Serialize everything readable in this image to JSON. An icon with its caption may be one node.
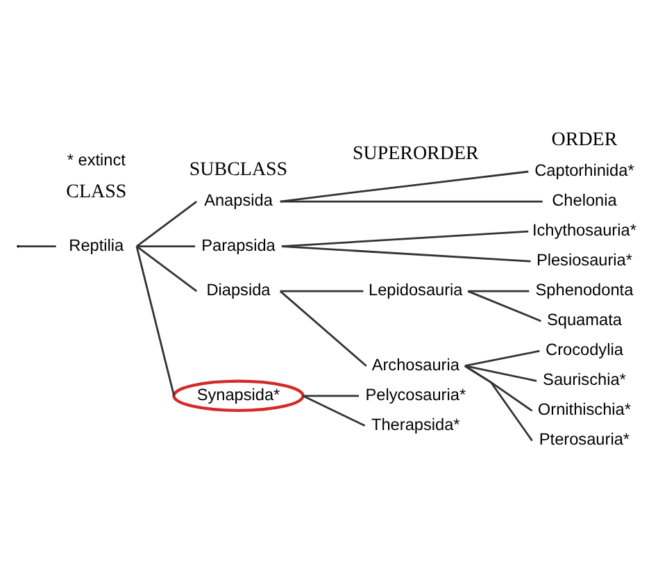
{
  "diagram": {
    "nodes": [
      {
        "text": [
          "Reptilia"
        ]
      },
      {
        "text": [
          "Anapsida"
        ]
      },
      {
        "text": [
          "Captorhinida*"
        ]
      },
      {
        "text": [
          "Chelonia"
        ]
      },
      {
        "text": [
          "Parapsida"
        ]
      },
      {
        "text": [
          "Ichythosauria*"
        ]
      },
      {
        "text": [
          "Plesiosauria*"
        ]
      },
      {
        "text": [
          "Diapsida"
        ]
      },
      {
        "text": [
          "Lepidosauria"
        ]
      },
      {
        "text": [
          "Sphenodonta"
        ]
      },
      {
        "text": [
          "Squamata"
        ]
      },
      {
        "text": [
          "Archosauria"
        ]
      },
      {
        "text": [
          "Crocodylia"
        ]
      },
      {
        "text": [
          "Saurischia*"
        ]
      },
      {
        "text": [
          "Ornithischia*"
        ]
      },
      {
        "text": [
          "Pterosauria*"
        ]
      },
      {
        "text": [
          "Synapsida*"
        ]
      },
      {
        "text": [
          "Pelycosauria*"
        ]
      },
      {
        "text": [
          "Therapsida*"
        ]
      }
    ],
    "edges": [
      {
        "from": null,
        "to": 0,
        "arrow": "none"
      },
      {
        "from": 0,
        "to": 1,
        "arrow": "none"
      },
      {
        "from": 0,
        "to": 4,
        "arrow": "none"
      },
      {
        "from": 0,
        "to": 7,
        "arrow": "none"
      },
      {
        "from": 0,
        "to": 16,
        "arrow": "none"
      },
      {
        "from": 1,
        "to": 2,
        "arrow": "none"
      },
      {
        "from": 1,
        "to": 3,
        "arrow": "none"
      },
      {
        "from": 4,
        "to": 5,
        "arrow": "none"
      },
      {
        "from": 4,
        "to": 6,
        "arrow": "none"
      },
      {
        "from": 7,
        "to": 8,
        "arrow": "none"
      },
      {
        "from": 7,
        "to": 11,
        "arrow": "none"
      },
      {
        "from": 8,
        "to": 9,
        "arrow": "none"
      },
      {
        "from": 8,
        "to": 10,
        "arrow": "none"
      },
      {
        "from": 11,
        "to": 12,
        "arrow": "none"
      },
      {
        "from": 11,
        "to": 13,
        "arrow": "none"
      },
      {
        "from": 11,
        "to": 14,
        "arrow": "none"
      },
      {
        "from": 11,
        "to": 15,
        "arrow": "none"
      },
      {
        "from": 16,
        "to": 17,
        "arrow": "none"
      },
      {
        "from": 16,
        "to": 18,
        "arrow": "none"
      }
    ],
    "labels": [
      "CLASS",
      "SUBCLASS",
      "SUPERORDER",
      "ORDER",
      "* extinct"
    ]
  }
}
